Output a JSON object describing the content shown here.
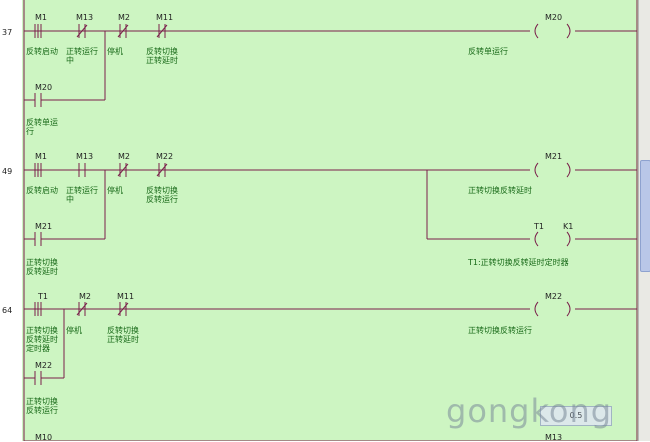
{
  "rungs": [
    {
      "number": "37"
    },
    {
      "number": "49"
    },
    {
      "number": "64"
    }
  ],
  "names": {
    "r37_m1": "M1",
    "r37_m13": "M13",
    "r37_m2": "M2",
    "r37_m11": "M11",
    "r37_m20_branch": "M20",
    "r37_coil": "M20",
    "r49_m1": "M1",
    "r49_m13": "M13",
    "r49_m2": "M2",
    "r49_m22": "M22",
    "r49_m21_branch": "M21",
    "r49_coil": "M21",
    "r49_t1": "T1",
    "r49_k1": "K1",
    "r64_t1": "T1",
    "r64_m2": "M2",
    "r64_m11": "M11",
    "r64_m22_branch": "M22",
    "r64_coil": "M22",
    "next_left": "M10",
    "next_right": "M13"
  },
  "comments": {
    "r37_m1": "反转启动",
    "r37_m13": "正转运行中",
    "r37_m2": "停机",
    "r37_m11": "反转切换正转延时",
    "r37_m20_branch": "反转单运行",
    "r37_coil": "反转单运行",
    "r49_m1": "反转启动",
    "r49_m13": "正转运行中",
    "r49_m2": "停机",
    "r49_m22": "反转切换反转运行",
    "r49_m21_branch": "正转切换反转延时",
    "r49_coil": "正转切换反转延时",
    "r49_timer": "T1:正转切换反转延时定时器",
    "r64_t1": "正转切换反转延时定时器",
    "r64_m2": "停机",
    "r64_m11": "反转切换正转延时",
    "r64_m22_branch": "正转切换反转运行",
    "r64_coil": "正转切换反转运行"
  },
  "overlay": {
    "mini_text": "0.5",
    "watermark": "gongkong"
  },
  "colors": {
    "canvas": "#cdf5c2",
    "rail": "#7a1f4a",
    "comment": "#1a6b1a"
  }
}
